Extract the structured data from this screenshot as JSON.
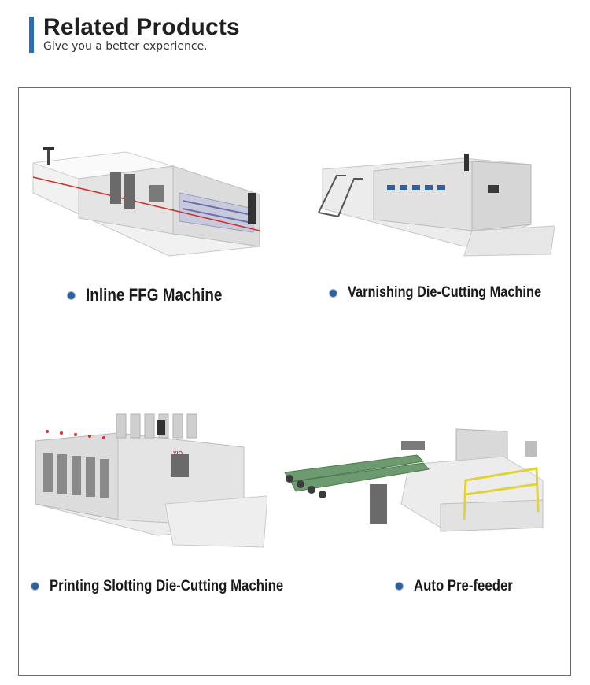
{
  "header": {
    "title": "Related Products",
    "subtitle": "Give you a better experience."
  },
  "products": [
    {
      "name": "Inline FFG Machine",
      "image": "inline-ffg-machine-image"
    },
    {
      "name": "Varnishing Die-Cutting Machine",
      "image": "varnishing-die-cutting-machine-image"
    },
    {
      "name": "Printing Slotting Die-Cutting Machine",
      "image": "printing-slotting-die-cutting-machine-image"
    },
    {
      "name": "Auto Pre-feeder",
      "image": "auto-pre-feeder-image"
    }
  ],
  "colors": {
    "accent": "#2a6db8",
    "bullet": "#2f5f9c",
    "machine_body": "#e9e9e9",
    "red_stripe": "#d0312d",
    "rail_yellow": "#e2d23a",
    "conveyor_green": "#6d9a6e"
  }
}
